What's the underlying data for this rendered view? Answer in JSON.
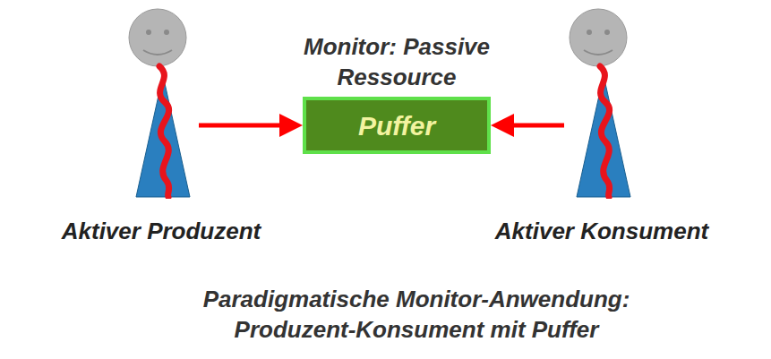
{
  "diagram": {
    "caption": "Paradigmatische Monitor-Anwendung: Produzent-Konsument mit Puffer",
    "nodes": [
      {
        "text": [
          "Aktiver Produzent"
        ]
      },
      {
        "text": [
          "Monitor: Passive Ressource",
          "Puffer"
        ]
      },
      {
        "text": [
          "Aktiver Konsument"
        ]
      }
    ],
    "edges": [
      {
        "from": 0,
        "to": 1,
        "arrow": "to"
      },
      {
        "from": 2,
        "to": 1,
        "arrow": "to"
      }
    ]
  }
}
